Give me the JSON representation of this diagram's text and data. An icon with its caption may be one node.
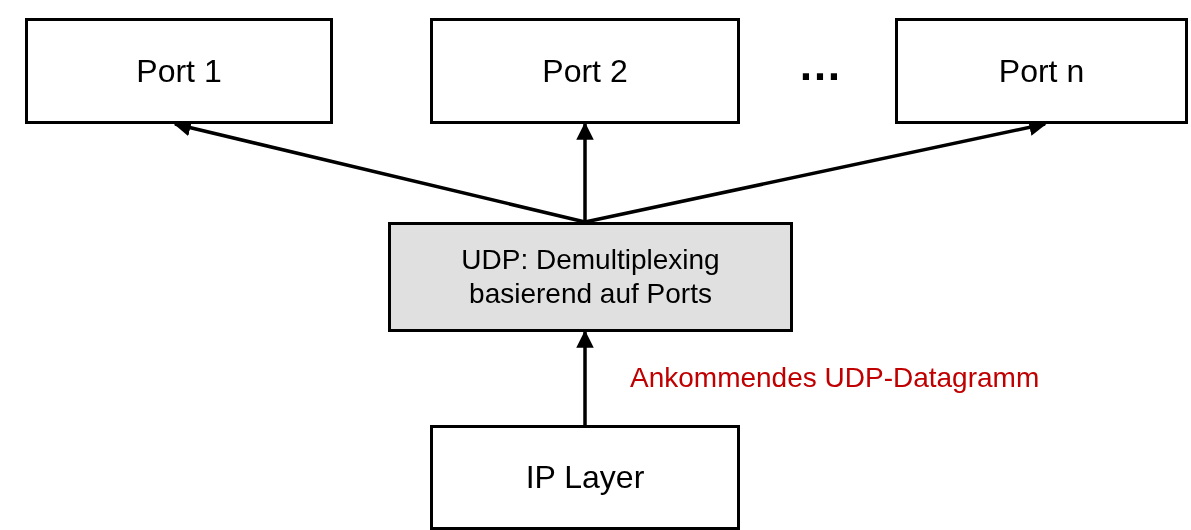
{
  "diagram": {
    "nodes": [
      {
        "text": [
          "Port 1"
        ]
      },
      {
        "text": [
          "Port 2"
        ]
      },
      {
        "text": [
          "Port n"
        ]
      },
      {
        "text": [
          "UDP: Demultiplexing basierend auf Ports"
        ]
      },
      {
        "text": [
          "IP Layer"
        ]
      }
    ],
    "edges": [
      {
        "from": 3,
        "to": 0,
        "arrow": "to"
      },
      {
        "from": 3,
        "to": 1,
        "arrow": "to"
      },
      {
        "from": 3,
        "to": 2,
        "arrow": "to"
      },
      {
        "from": 4,
        "to": 3,
        "arrow": "to",
        "label": "Ankommendes UDP-Datagramm"
      }
    ],
    "labels": [
      "…"
    ]
  }
}
